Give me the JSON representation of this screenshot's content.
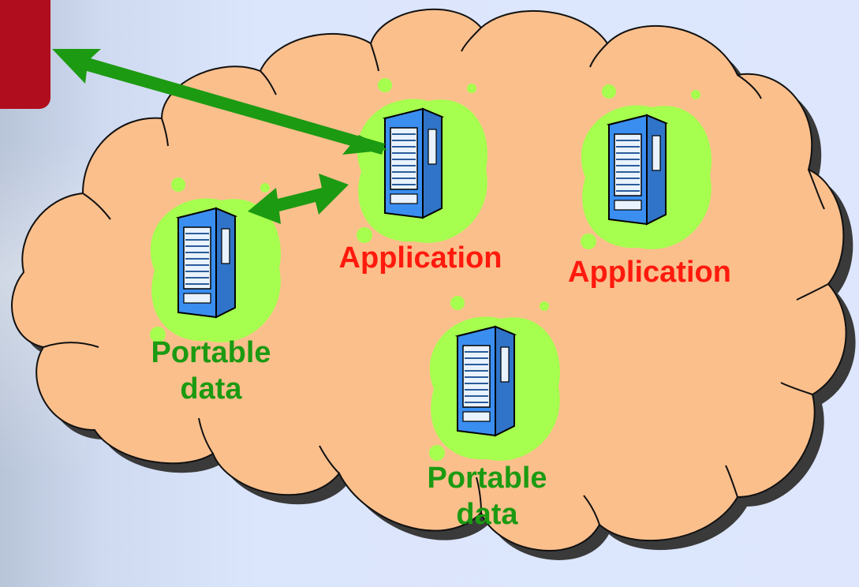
{
  "nodes": [
    {
      "id": "app-main",
      "label_lines": [
        "Application"
      ],
      "color": "#ff1a0d"
    },
    {
      "id": "app-right",
      "label_lines": [
        "Application"
      ],
      "color": "#ff1a0d"
    },
    {
      "id": "data-left",
      "label_lines": [
        "Portable",
        "data"
      ],
      "color": "#1c9a12"
    },
    {
      "id": "data-bottom",
      "label_lines": [
        "Portable",
        "data"
      ],
      "color": "#1c9a12"
    }
  ],
  "connections": [
    {
      "from": "corner-tab",
      "to": "app-main",
      "style": "double-arrow",
      "color": "#1c9a12"
    },
    {
      "from": "data-left",
      "to": "app-main",
      "style": "double-arrow",
      "color": "#1c9a12"
    }
  ],
  "colors": {
    "cloud_fill": "#fbbf8c",
    "cloud_shadow": "#3a3a3a",
    "server_blob": "#a6ff4e",
    "server_body": "#2b7fd9",
    "arrow": "#1c9a12",
    "corner_tab": "#b00d1e"
  },
  "icons": [
    "server-rack-icon"
  ]
}
